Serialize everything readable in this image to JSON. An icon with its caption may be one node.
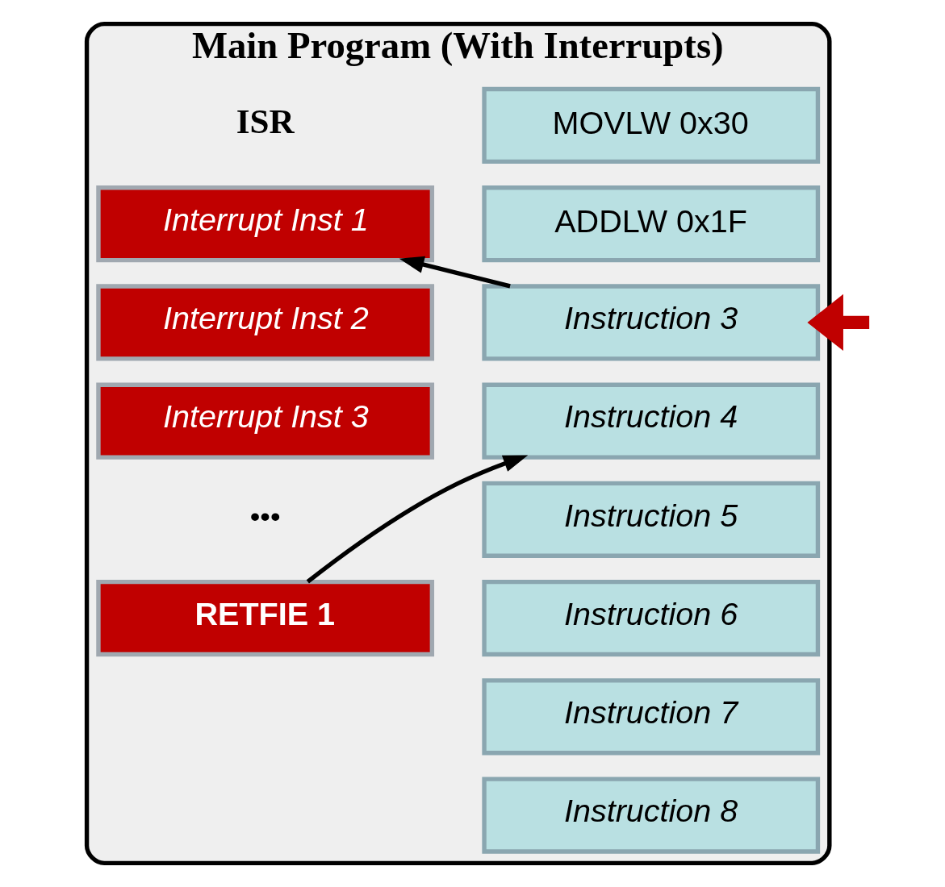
{
  "diagram": {
    "nodes": [
      {
        "text": [
          "Main Program (With Interrupts)"
        ]
      },
      {
        "text": [
          "MOVLW 0x30"
        ],
        "in": 0
      },
      {
        "text": [
          "ADDLW 0x1F"
        ],
        "in": 0
      },
      {
        "text": [
          "Instruction 3"
        ],
        "in": 0
      },
      {
        "text": [
          "Instruction 4"
        ],
        "in": 0
      },
      {
        "text": [
          "Instruction 5"
        ],
        "in": 0
      },
      {
        "text": [
          "Instruction 6"
        ],
        "in": 0
      },
      {
        "text": [
          "Instruction 7"
        ],
        "in": 0
      },
      {
        "text": [
          "Instruction 8"
        ],
        "in": 0
      },
      {
        "text": [
          "Interrupt Inst 1"
        ],
        "in": 0
      },
      {
        "text": [
          "Interrupt Inst 2"
        ],
        "in": 0
      },
      {
        "text": [
          "Interrupt Inst 3"
        ],
        "in": 0
      },
      {
        "text": [
          "RETFIE 1"
        ],
        "in": 0
      }
    ],
    "edges": [
      {
        "from": null,
        "to": 3,
        "arrow": "to",
        "style": "thick",
        "color": "#c00000"
      },
      {
        "from": 3,
        "to": 9,
        "arrow": "to"
      },
      {
        "from": 12,
        "to": 4,
        "arrow": "to"
      }
    ],
    "labels": [
      "ISR",
      "•••"
    ]
  }
}
